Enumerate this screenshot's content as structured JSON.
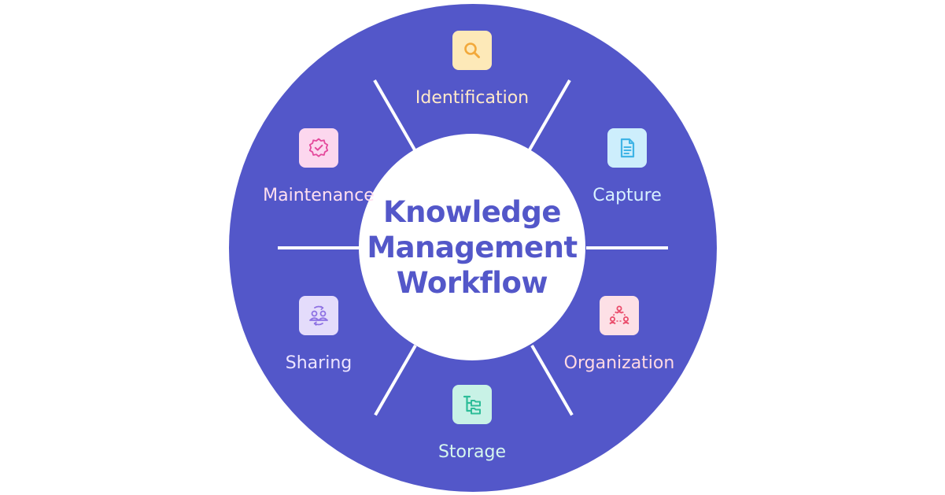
{
  "diagram": {
    "center_title_lines": [
      "Knowledge",
      "Management",
      "Workflow"
    ],
    "colors": {
      "ring": "#5357c9",
      "center_fill": "#ffffff",
      "center_text": "#5357c9",
      "divider": "#ffffff"
    },
    "steps": [
      {
        "label": "Identification",
        "icon": "search-icon",
        "tile_color": "#fde9b8",
        "icon_color": "#f2a93b",
        "label_color": "#ffe9c9"
      },
      {
        "label": "Capture",
        "icon": "document-icon",
        "tile_color": "#cdeefc",
        "icon_color": "#3fb4e6",
        "label_color": "#d7f1ff"
      },
      {
        "label": "Organization",
        "icon": "people-network-icon",
        "tile_color": "#fde0e6",
        "icon_color": "#ea4c6b",
        "label_color": "#ffd9e3"
      },
      {
        "label": "Storage",
        "icon": "folder-tree-icon",
        "tile_color": "#c8f2e6",
        "icon_color": "#2dbd98",
        "label_color": "#d6f7ee"
      },
      {
        "label": "Sharing",
        "icon": "people-share-icon",
        "tile_color": "#e4dcfb",
        "icon_color": "#8e72e3",
        "label_color": "#ece4ff"
      },
      {
        "label": "Maintenance",
        "icon": "badge-check-icon",
        "tile_color": "#fcd7ee",
        "icon_color": "#e4489b",
        "label_color": "#ffdff0"
      }
    ]
  }
}
